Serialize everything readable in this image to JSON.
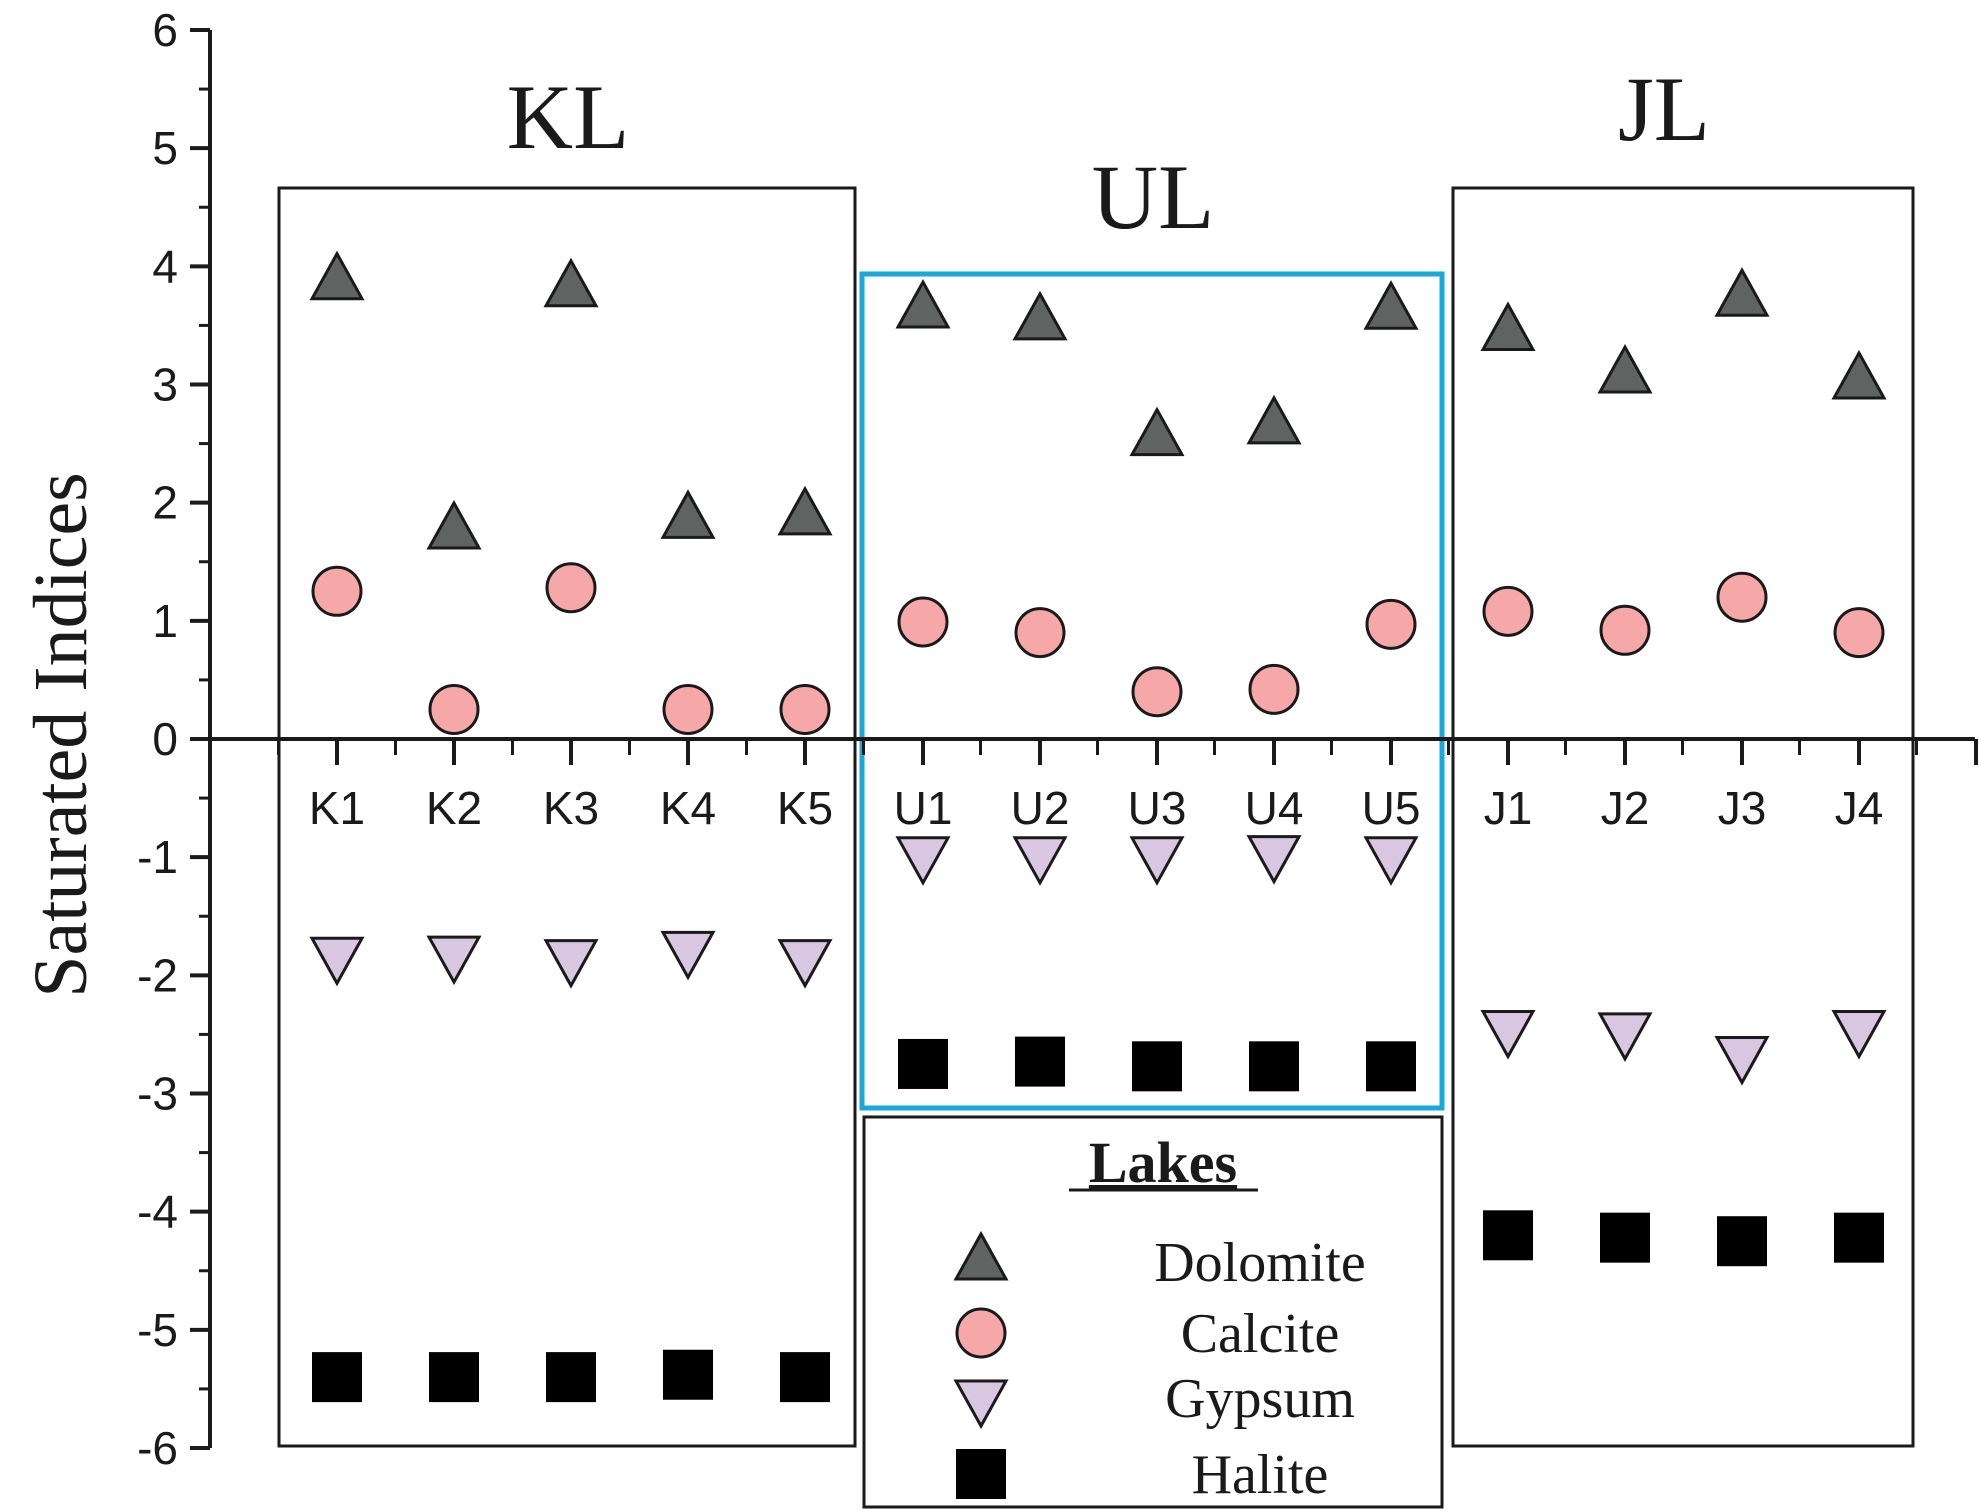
{
  "chart_data": {
    "type": "scatter",
    "ylabel": "Saturated Indices",
    "ylim": [
      -6,
      6
    ],
    "yticks": [
      "6",
      "5",
      "4",
      "3",
      "2",
      "1",
      "0",
      "-1",
      "-2",
      "-3",
      "-4",
      "-5",
      "-6"
    ],
    "categories": [
      "K1",
      "K2",
      "K3",
      "K4",
      "K5",
      "U1",
      "U2",
      "U3",
      "U4",
      "U5",
      "J1",
      "J2",
      "J3",
      "J4"
    ],
    "groups": [
      {
        "label": "KL",
        "categories": [
          "K1",
          "K2",
          "K3",
          "K4",
          "K5"
        ]
      },
      {
        "label": "UL",
        "categories": [
          "U1",
          "U2",
          "U3",
          "U4",
          "U5"
        ]
      },
      {
        "label": "JL",
        "categories": [
          "J1",
          "J2",
          "J3",
          "J4"
        ]
      }
    ],
    "legend_title": "Lakes",
    "series": [
      {
        "name": "Dolomite",
        "marker": "triangle-up",
        "color": "#5f6361",
        "values": [
          3.87,
          1.76,
          3.81,
          1.85,
          1.88,
          3.63,
          3.53,
          2.55,
          2.65,
          3.62,
          3.44,
          3.08,
          3.73,
          3.03
        ]
      },
      {
        "name": "Calcite",
        "marker": "circle",
        "color": "#f6a8a8",
        "values": [
          1.25,
          0.25,
          1.28,
          0.25,
          0.25,
          0.99,
          0.9,
          0.4,
          0.42,
          0.97,
          1.08,
          0.92,
          1.2,
          0.9
        ]
      },
      {
        "name": "Gypsum",
        "marker": "triangle-down",
        "color": "#d9c7e1",
        "values": [
          -1.83,
          -1.82,
          -1.85,
          -1.78,
          -1.85,
          -0.98,
          -0.98,
          -0.98,
          -0.97,
          -0.98,
          -2.45,
          -2.47,
          -2.67,
          -2.45
        ]
      },
      {
        "name": "Halite",
        "marker": "square",
        "color": "#000000",
        "values": [
          -5.4,
          -5.4,
          -5.4,
          -5.38,
          -5.4,
          -2.75,
          -2.73,
          -2.77,
          -2.77,
          -2.77,
          -4.2,
          -4.22,
          -4.25,
          -4.22
        ]
      }
    ]
  },
  "colors": {
    "ul_box": "#1aa7d9",
    "axis": "#1a1a1a"
  }
}
